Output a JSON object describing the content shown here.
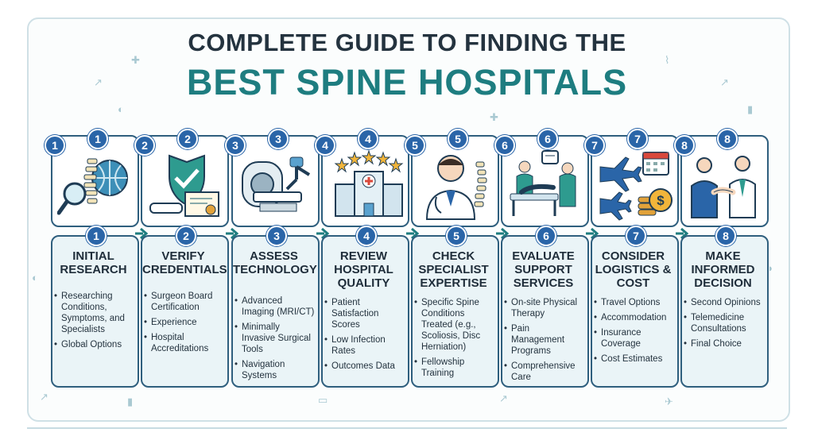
{
  "title": {
    "line1": "COMPLETE GUIDE TO FINDING THE",
    "line2": "BEST SPINE HOSPITALS"
  },
  "colors": {
    "accent": "#1e7d80",
    "badge": "#2a65a8",
    "border": "#2f5f7e",
    "card": "#eaf4f7"
  },
  "steps": [
    {
      "number": "1",
      "heading": "INITIAL RESEARCH",
      "icon": "spine-globe-magnifier-icon",
      "items": [
        "Researching Conditions, Symptoms, and Specialists",
        "Global Options"
      ]
    },
    {
      "number": "2",
      "heading": "VERIFY CREDENTIALS",
      "icon": "shield-certificate-icon",
      "items": [
        "Surgeon Board Certification",
        "Experience",
        "Hospital Accreditations"
      ]
    },
    {
      "number": "3",
      "heading": "ASSESS TECHNOLOGY",
      "icon": "mri-robot-icon",
      "items": [
        "Advanced Imaging (MRI/CT)",
        "Minimally Invasive Surgical Tools",
        "Navigation Systems"
      ]
    },
    {
      "number": "4",
      "heading": "REVIEW HOSPITAL QUALITY",
      "icon": "hospital-stars-icon",
      "items": [
        "Patient Satisfaction Scores",
        "Low Infection Rates",
        "Outcomes Data"
      ]
    },
    {
      "number": "5",
      "heading": "CHECK SPECIALIST EXPERTISE",
      "icon": "doctor-spine-icon",
      "items": [
        "Specific Spine Conditions Treated (e.g., Scoliosis, Disc Herniation)",
        "Fellowship Training"
      ]
    },
    {
      "number": "6",
      "heading": "EVALUATE SUPPORT SERVICES",
      "icon": "physical-therapy-icon",
      "items": [
        "On-site Physical Therapy",
        "Pain Management Programs",
        "Comprehensive Care"
      ]
    },
    {
      "number": "7",
      "heading": "CONSIDER LOGISTICS & COST",
      "icon": "travel-cost-icon",
      "items": [
        "Travel Options",
        "Accommodation",
        "Insurance Coverage",
        "Cost Estimates"
      ]
    },
    {
      "number": "8",
      "heading": "MAKE INFORMED DECISION",
      "icon": "handshake-doctor-icon",
      "items": [
        "Second Opinions",
        "Telemedicine Consultations",
        "Final Choice"
      ]
    }
  ]
}
